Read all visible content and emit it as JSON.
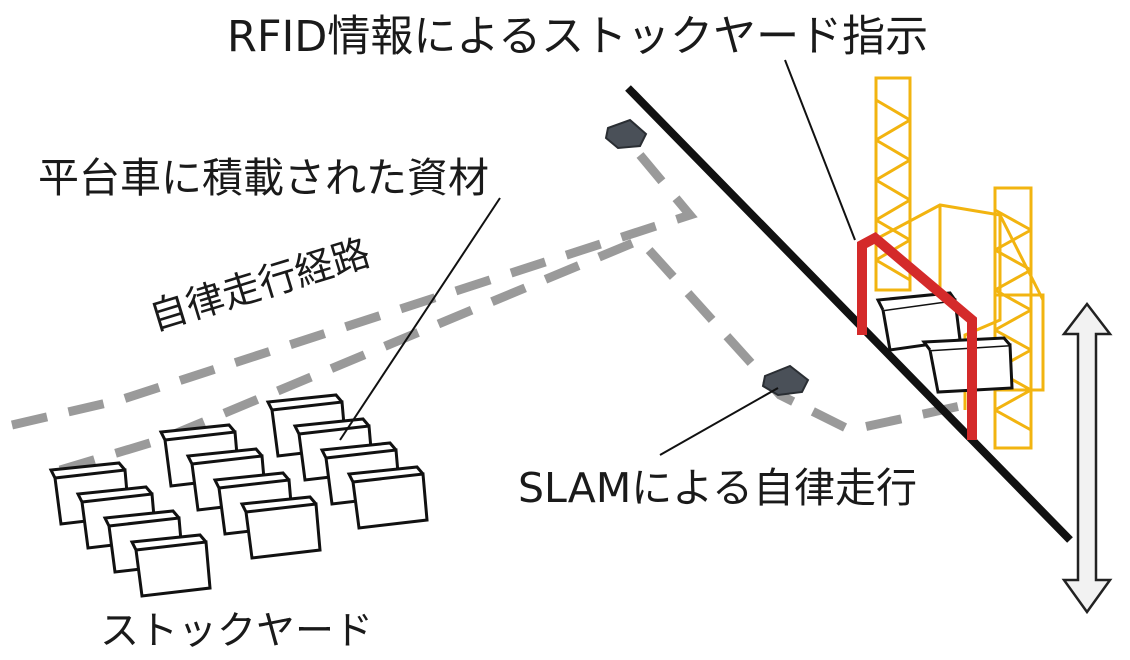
{
  "labels": {
    "rfid_instruction": "RFID情報によるストックヤード指示",
    "loaded_materials": "平台車に積載された資材",
    "autonomous_route": "自律走行経路",
    "slam_driving": "SLAMによる自律走行",
    "stockyard": "ストックヤード"
  },
  "colors": {
    "route": "#9a9a9a",
    "scaffold": "#f2b410",
    "gate": "#d42a2a",
    "line": "#111111",
    "robot": "#4a5058",
    "arrow_fill": "#f2f2f2"
  }
}
